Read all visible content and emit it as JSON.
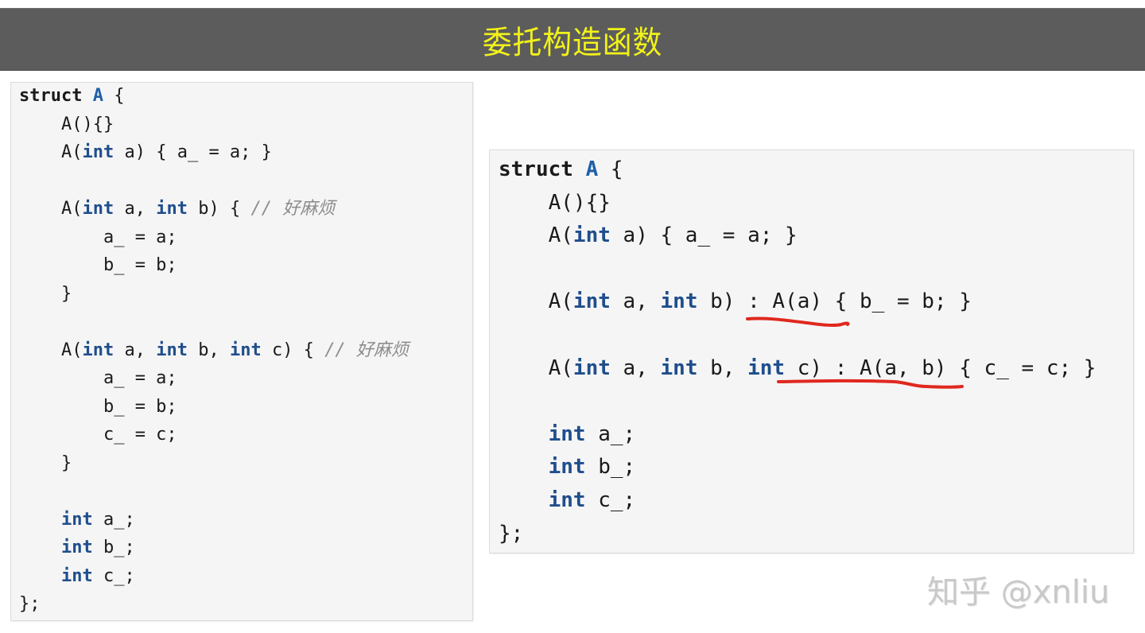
{
  "header": {
    "title": "委托构造函数",
    "background_color": "#5c5c5c",
    "title_color": "#f2f21a"
  },
  "left_code": {
    "description": "Constructors without delegation (repetitive)",
    "lines": [
      [
        {
          "t": "struct",
          "c": "bold"
        },
        {
          "t": " "
        },
        {
          "t": "A",
          "c": "cls"
        },
        {
          "t": " {"
        }
      ],
      [
        {
          "t": "    A(){}"
        }
      ],
      [
        {
          "t": "    A("
        },
        {
          "t": "int",
          "c": "kw"
        },
        {
          "t": " a) { a_ = a; }"
        }
      ],
      [],
      [
        {
          "t": "    A("
        },
        {
          "t": "int",
          "c": "kw"
        },
        {
          "t": " a, "
        },
        {
          "t": "int",
          "c": "kw"
        },
        {
          "t": " b) { "
        },
        {
          "t": "// 好麻烦",
          "c": "cmt"
        }
      ],
      [
        {
          "t": "        a_ = a;"
        }
      ],
      [
        {
          "t": "        b_ = b;"
        }
      ],
      [
        {
          "t": "    }"
        }
      ],
      [],
      [
        {
          "t": "    A("
        },
        {
          "t": "int",
          "c": "kw"
        },
        {
          "t": " a, "
        },
        {
          "t": "int",
          "c": "kw"
        },
        {
          "t": " b, "
        },
        {
          "t": "int",
          "c": "kw"
        },
        {
          "t": " c) { "
        },
        {
          "t": "// 好麻烦",
          "c": "cmt"
        }
      ],
      [
        {
          "t": "        a_ = a;"
        }
      ],
      [
        {
          "t": "        b_ = b;"
        }
      ],
      [
        {
          "t": "        c_ = c;"
        }
      ],
      [
        {
          "t": "    }"
        }
      ],
      [],
      [
        {
          "t": "    "
        },
        {
          "t": "int",
          "c": "kw"
        },
        {
          "t": " a_;"
        }
      ],
      [
        {
          "t": "    "
        },
        {
          "t": "int",
          "c": "kw"
        },
        {
          "t": " b_;"
        }
      ],
      [
        {
          "t": "    "
        },
        {
          "t": "int",
          "c": "kw"
        },
        {
          "t": " c_;"
        }
      ],
      [
        {
          "t": "};"
        }
      ]
    ]
  },
  "right_code": {
    "description": "Constructors using delegation",
    "lines": [
      [
        {
          "t": "struct",
          "c": "bold"
        },
        {
          "t": " "
        },
        {
          "t": "A",
          "c": "cls"
        },
        {
          "t": " {"
        }
      ],
      [
        {
          "t": "    A(){}"
        }
      ],
      [
        {
          "t": "    A("
        },
        {
          "t": "int",
          "c": "kw"
        },
        {
          "t": " a) { a_ = a; }"
        }
      ],
      [],
      [
        {
          "t": "    A("
        },
        {
          "t": "int",
          "c": "kw"
        },
        {
          "t": " a, "
        },
        {
          "t": "int",
          "c": "kw"
        },
        {
          "t": " b) "
        },
        {
          "t": ": A(a)"
        },
        {
          "t": " { b_ = b; }"
        }
      ],
      [],
      [
        {
          "t": "    A("
        },
        {
          "t": "int",
          "c": "kw"
        },
        {
          "t": " a, "
        },
        {
          "t": "int",
          "c": "kw"
        },
        {
          "t": " b, "
        },
        {
          "t": "int",
          "c": "kw"
        },
        {
          "t": " c) "
        },
        {
          "t": ": A(a, b)"
        },
        {
          "t": " { c_ = c; }"
        }
      ],
      [],
      [
        {
          "t": "    "
        },
        {
          "t": "int",
          "c": "kw"
        },
        {
          "t": " a_;"
        }
      ],
      [
        {
          "t": "    "
        },
        {
          "t": "int",
          "c": "kw"
        },
        {
          "t": " b_;"
        }
      ],
      [
        {
          "t": "    "
        },
        {
          "t": "int",
          "c": "kw"
        },
        {
          "t": " c_;"
        }
      ],
      [
        {
          "t": "};"
        }
      ]
    ],
    "annotations": [
      {
        "type": "red-underline",
        "target": ": A(a)",
        "color": "#e0281e"
      },
      {
        "type": "red-underline",
        "target": "c) : A(a, b)",
        "color": "#e0281e"
      }
    ]
  },
  "watermark": {
    "text": "知乎 @xnliu"
  }
}
